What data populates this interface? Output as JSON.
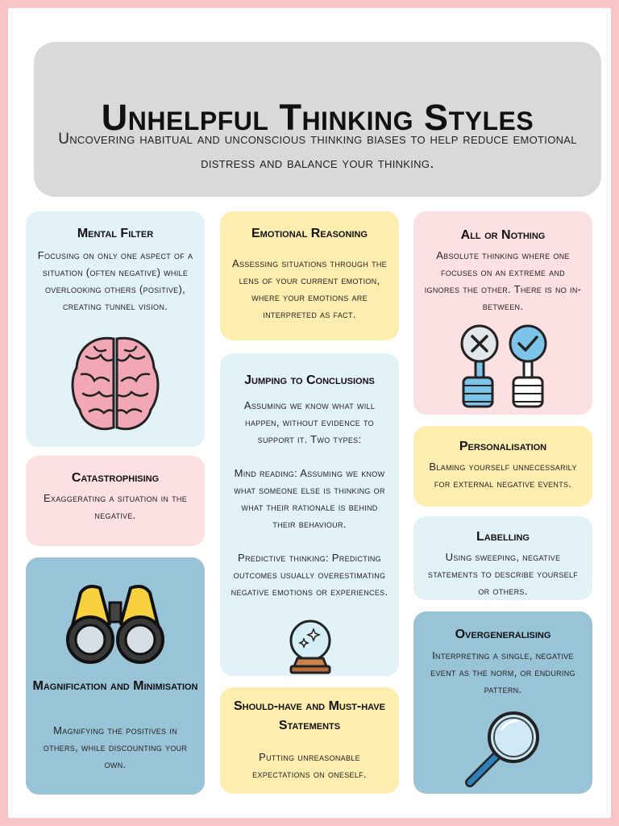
{
  "header": {
    "title": "Unhelpful Thinking Styles",
    "subtitle": "Uncovering habitual and unconscious thinking biases to help reduce emotional distress and balance your thinking."
  },
  "cards": {
    "mental_filter": {
      "title": "Mental Filter",
      "text": "Focusing on only one aspect of a situation (often negative) while overlooking others (positive), creating tunnel vision."
    },
    "catastrophising": {
      "title": "Catastrophising",
      "text": "Exaggerating a situation in the negative."
    },
    "magnification": {
      "title": "Magnification and Minimisation",
      "text": "Magnifying the positives in others, while discounting your own."
    },
    "emotional_reasoning": {
      "title": "Emotional Reasoning",
      "text": "Assessing situations through the lens of your current emotion, where your emotions are interpreted as fact."
    },
    "jumping": {
      "title": "Jumping to Conclusions",
      "text_intro": "Assuming we know what will happen, without evidence to support it. Two types:",
      "text_mind": "Mind reading: Assuming we know what someone else is thinking or what their rationale is behind their behaviour.",
      "text_predictive": "Predictive thinking: Predicting outcomes usually overestimating negative emotions or experiences."
    },
    "should": {
      "title": "Should-have and Must-have Statements",
      "text": "Putting unreasonable expectations on oneself."
    },
    "all_or_nothing": {
      "title": "All or Nothing",
      "text": "Absolute thinking where one focuses on an extreme and ignores the other. There is no in-between."
    },
    "personalisation": {
      "title": "Personalisation",
      "text": "Blaming yourself unnecessarily for external negative events."
    },
    "labelling": {
      "title": "Labelling",
      "text": "Using sweeping, negative statements to describe yourself or others."
    },
    "overgeneralising": {
      "title": "Overgeneralising",
      "text": "Interpreting a single, negative event as the norm, or enduring pattern."
    }
  },
  "icons": {
    "brain": "brain-icon",
    "binoculars": "binoculars-icon",
    "crystal_ball": "crystal-ball-icon",
    "thumbs_cross_check": "cross-check-signs-icon",
    "magnifying_glass": "magnifying-glass-icon"
  },
  "colors": {
    "border": "#f9c3c7",
    "header": "#d9d9d9",
    "light_blue": "#e2f2f8",
    "pink": "#fde0e2",
    "yellow": "#fdeeb0",
    "steel_blue": "#99c3d7"
  }
}
